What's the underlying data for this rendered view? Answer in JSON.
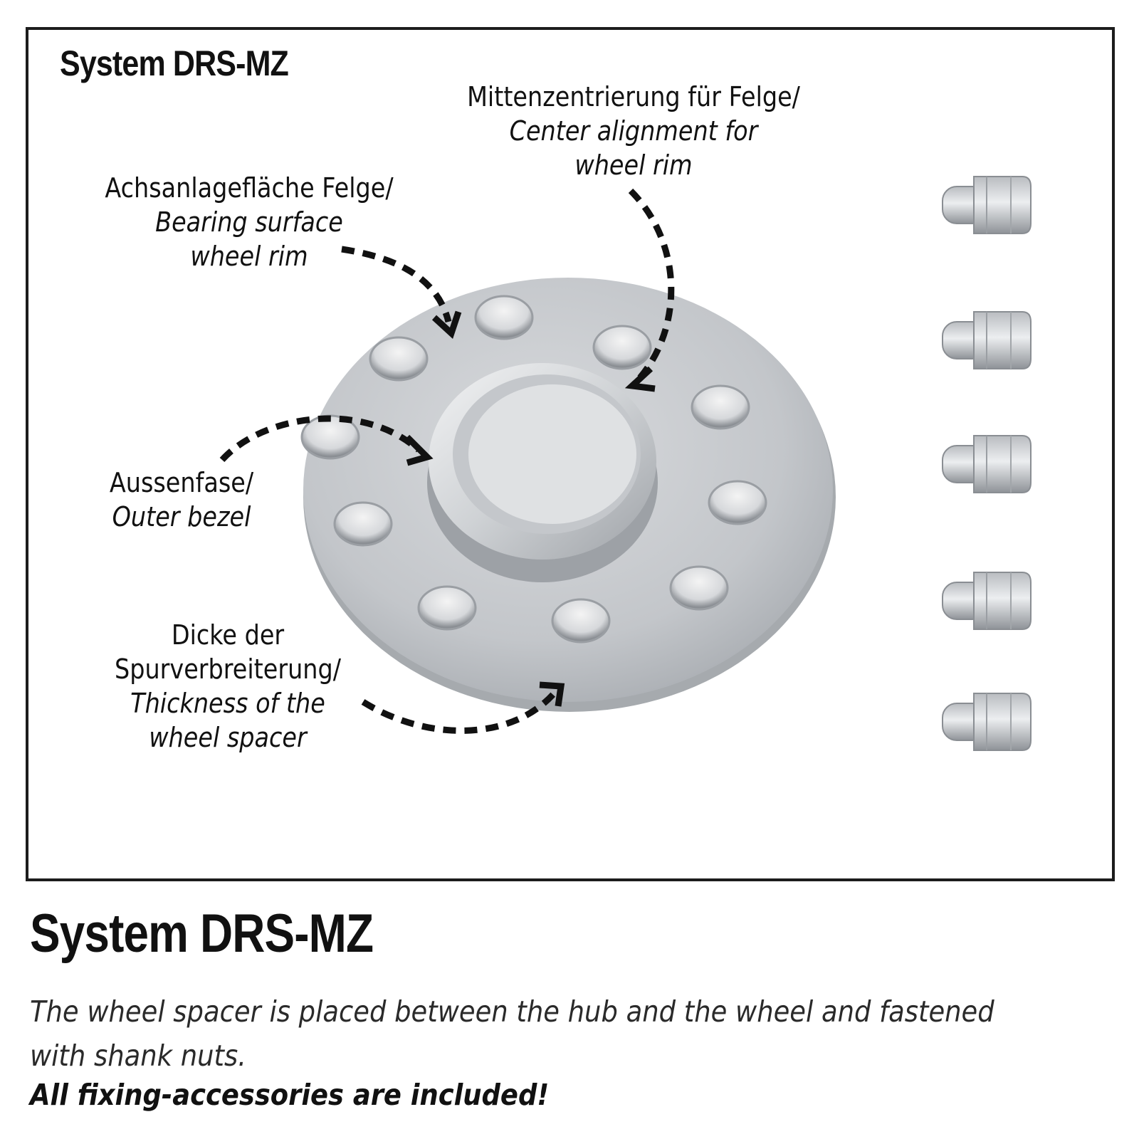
{
  "frame": {
    "title": "System DRS-MZ"
  },
  "callouts": {
    "center_alignment": {
      "de": "Mittenzentrierung für Felge/",
      "en_line1": "Center alignment for",
      "en_line2": "wheel rim"
    },
    "bearing_surface": {
      "de": "Achsanlagefläche Felge/",
      "en_line1": "Bearing surface",
      "en_line2": "wheel rim"
    },
    "outer_bezel": {
      "de": "Aussenfase/",
      "en_line1": "Outer bezel"
    },
    "thickness": {
      "de_line1": "Dicke der",
      "de_line2": "Spurverbreiterung/",
      "en_line1": "Thickness of the",
      "en_line2": "wheel spacer"
    }
  },
  "product": {
    "spacer_color": "#c9ccd0",
    "nut_count": 5,
    "nut_icon": "shank-nut-icon"
  },
  "footer": {
    "title": "System DRS-MZ",
    "description": "The wheel spacer is placed between the hub and the wheel and fastened with shank nuts.",
    "note": "All fixing-accessories are included!"
  }
}
